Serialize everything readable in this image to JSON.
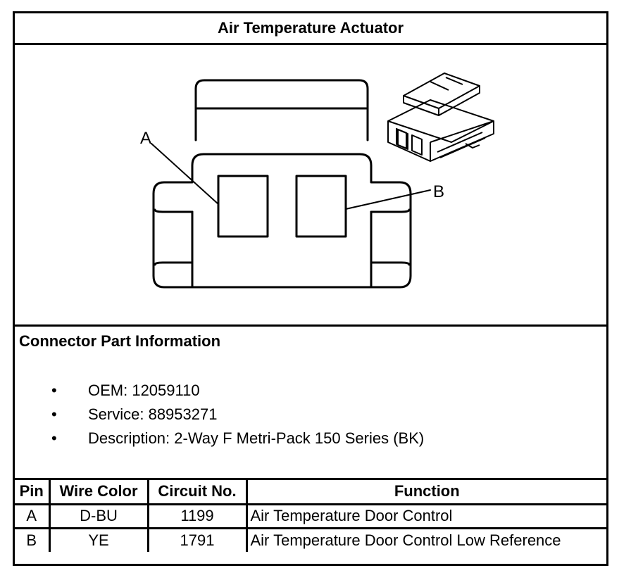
{
  "title": "Air Temperature Actuator",
  "diagram": {
    "pin_labels": [
      "A",
      "B"
    ]
  },
  "connector_info": {
    "heading": "Connector Part Information",
    "bullet_glyph": "•",
    "items": [
      "OEM: 12059110",
      "Service: 88953271",
      "Description: 2-Way F Metri-Pack 150 Series (BK)"
    ]
  },
  "pin_table": {
    "headers": [
      "Pin",
      "Wire Color",
      "Circuit No.",
      "Function"
    ],
    "rows": [
      [
        "A",
        "D-BU",
        "1199",
        "Air Temperature Door Control"
      ],
      [
        "B",
        "YE",
        "1791",
        "Air Temperature Door Control Low Reference"
      ]
    ]
  }
}
